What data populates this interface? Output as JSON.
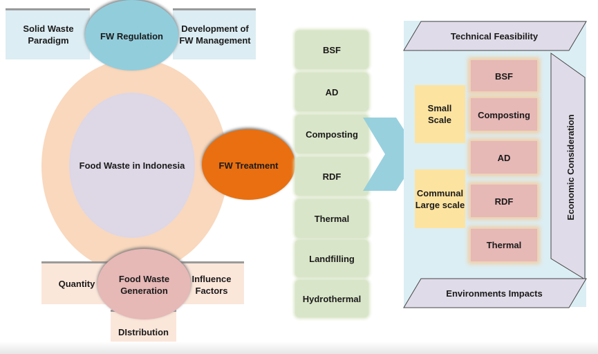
{
  "left_cluster": {
    "top_boxes": {
      "left": "Solid Waste Paradigm",
      "center": "FW Regulation",
      "right": "Development of FW Management"
    },
    "center_circle": "Food Waste in Indonesia",
    "treatment_circle": "FW Treatment",
    "bottom_boxes": {
      "left": "Quantity",
      "center": "Food Waste Generation",
      "right": "Influence Factors",
      "bottom": "DIstribution"
    }
  },
  "treatment_list": [
    "BSF",
    "AD",
    "Composting",
    "RDF",
    "Thermal",
    "Landfilling",
    "Hydrothermal"
  ],
  "evaluation_panel": {
    "top": "Technical Feasibility",
    "bottom": "Environments Impacts",
    "right": "Economic Consideration",
    "scales": [
      {
        "label": "Small Scale"
      },
      {
        "label": "Communal Large scale"
      }
    ],
    "technologies": [
      "BSF",
      "Composting",
      "AD",
      "RDF",
      "Thermal"
    ]
  },
  "colors": {
    "regulation": "#92cddc",
    "outer_ellipse": "#f9d8bd",
    "inner_ellipse": "#ddd7e6",
    "treatment": "#e96f10",
    "generation": "#e6b8b6",
    "green_box": "#d9e5c8",
    "panel_bg": "#dbeef4",
    "lavender": "#e0dbe8",
    "arrow": "#92cddc"
  }
}
